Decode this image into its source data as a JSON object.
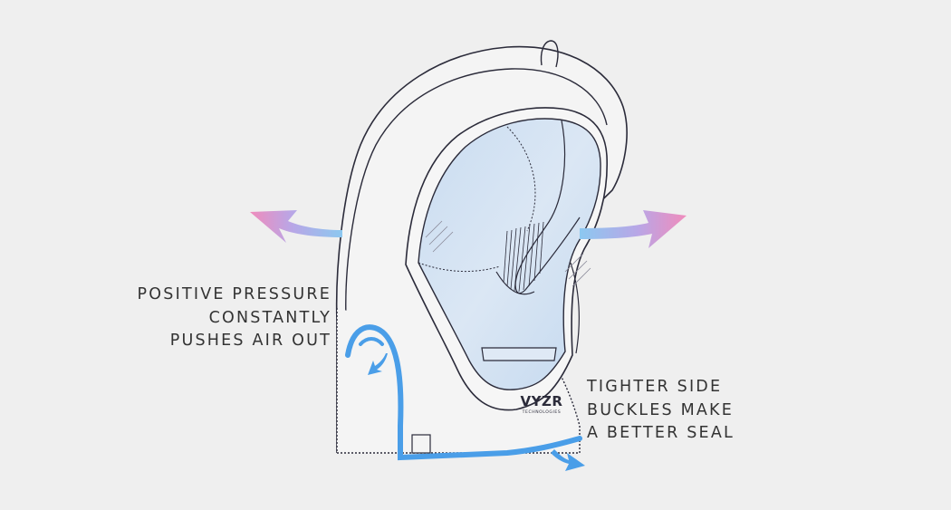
{
  "callouts": {
    "left": [
      "POSITIVE PRESSURE",
      "CONSTANTLY",
      "PUSHES AIR OUT"
    ],
    "right": [
      "TIGHTER SIDE",
      "BUCKLES MAKE",
      "A BETTER SEAL"
    ]
  },
  "brand": {
    "name": "VYZR",
    "sub": "TECHNOLOGIES"
  },
  "colors": {
    "background": "#efefef",
    "outline": "#2b2b3a",
    "airflow_blue": "#4a9ee8",
    "airflow_pink": "#ee88bb",
    "visor_tint": "#cfe0f2",
    "text": "#333333"
  }
}
